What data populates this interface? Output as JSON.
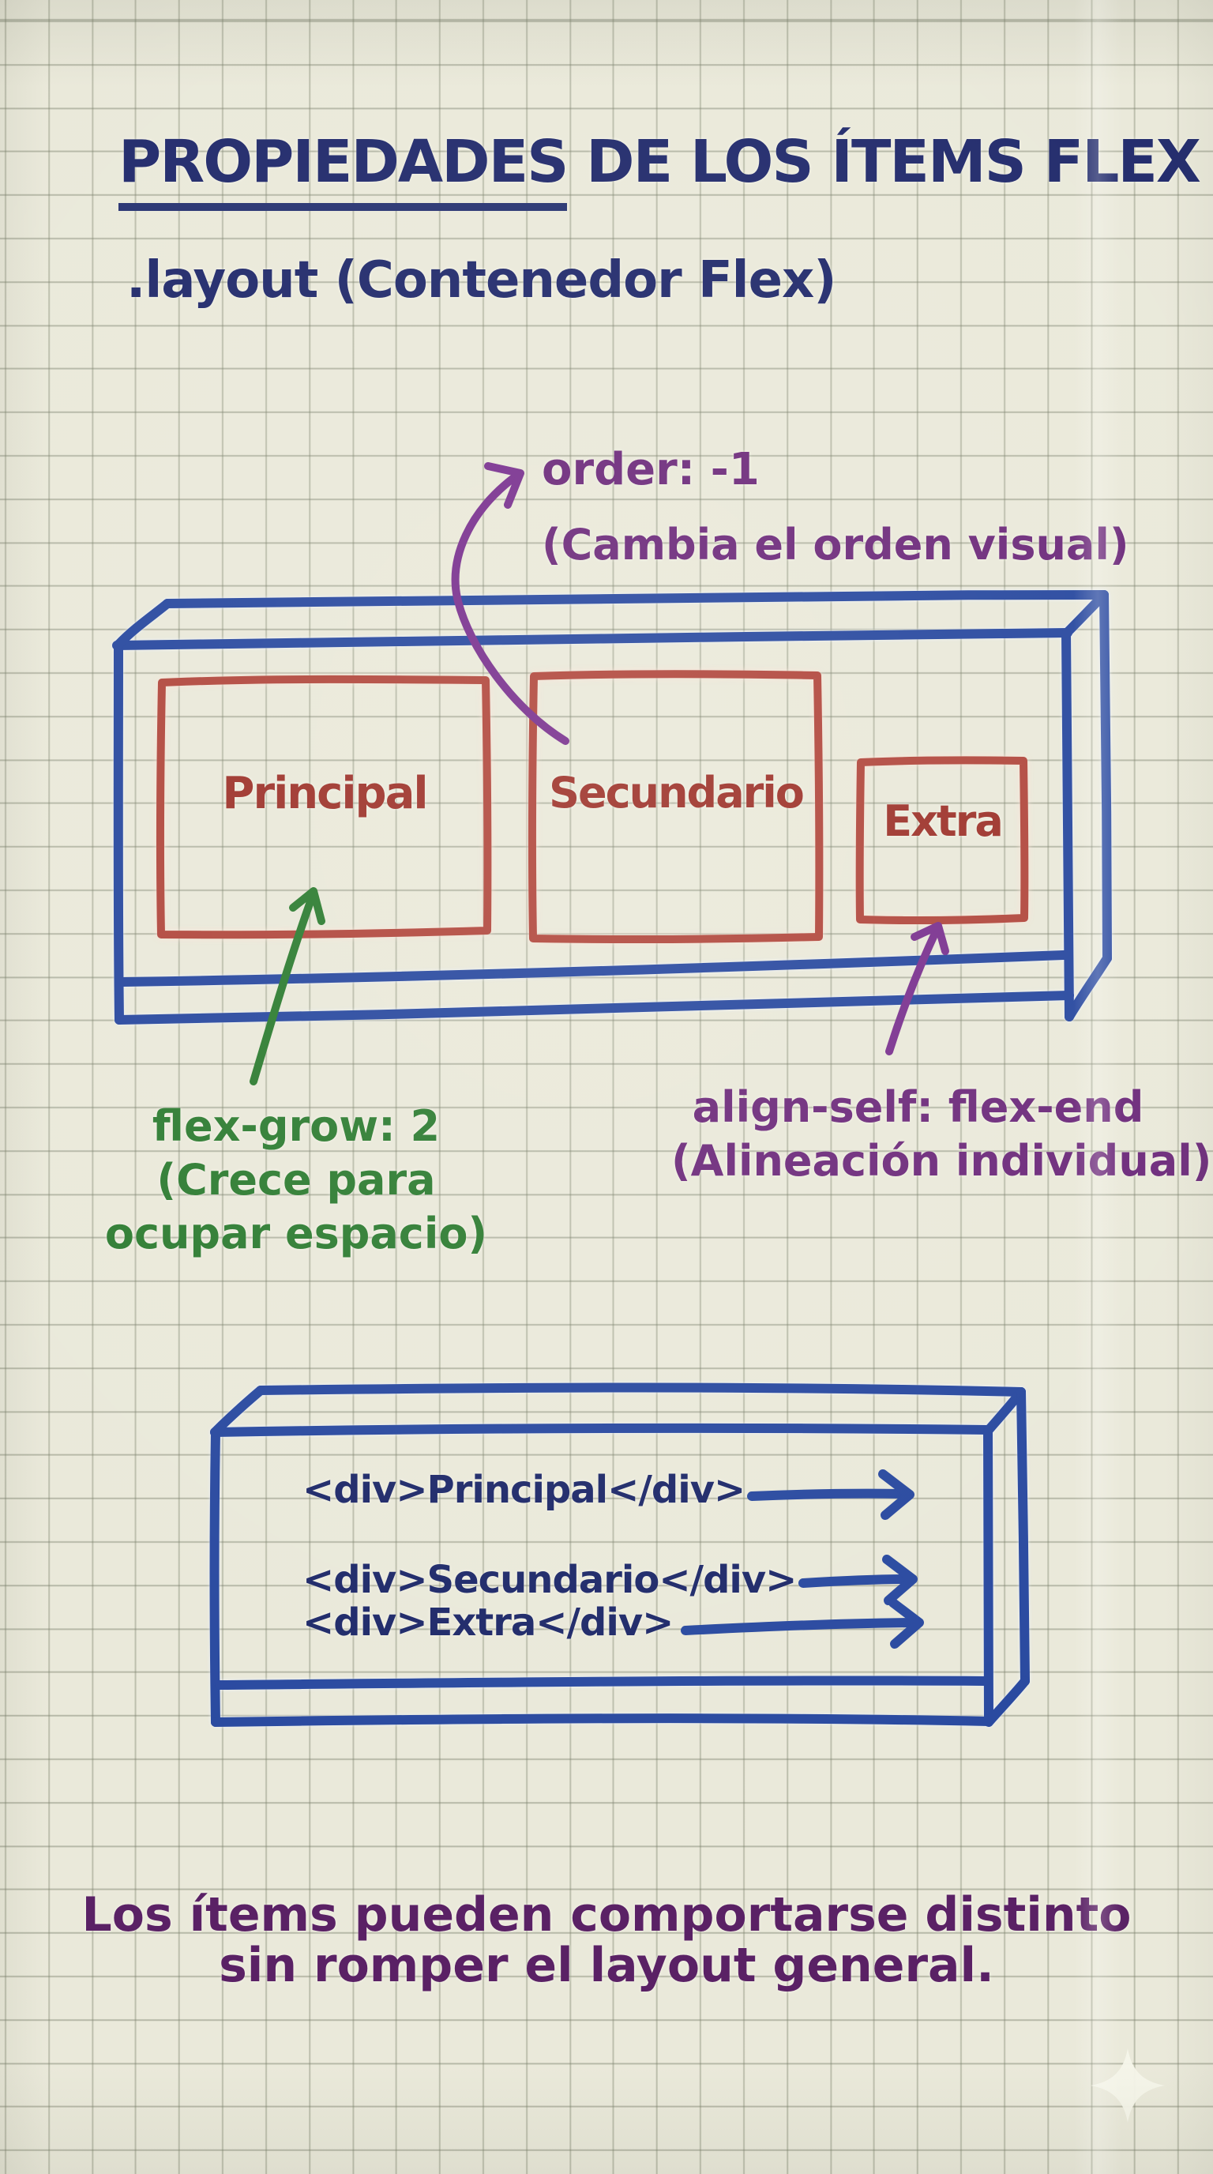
{
  "header": {
    "title_underlined": "PROPIEDADES",
    "title_rest": " DE LOS ÍTEMS FLEX",
    "subtitle": ".layout (Contenedor Flex)"
  },
  "flex_container": {
    "items": [
      {
        "label": "Principal"
      },
      {
        "label": "Secundario"
      },
      {
        "label": "Extra"
      }
    ]
  },
  "annotations": {
    "order": {
      "property": "order: -1",
      "note": "(Cambia el orden visual)"
    },
    "flex_grow": {
      "property": "flex-grow: 2",
      "note_line1": "(Crece para",
      "note_line2": "ocupar espacio)"
    },
    "align_self": {
      "property": "align-self: flex-end",
      "note": "(Alineación individual)"
    }
  },
  "code_box": {
    "lines": [
      {
        "code": "<div>Principal</div>"
      },
      {
        "code": "<div>Secundario</div>"
      },
      {
        "code": "<div>Extra</div>"
      }
    ]
  },
  "footer": {
    "line1": "Los ítems pueden comportarse distinto",
    "line2": "sin romper el layout general."
  },
  "icons": {
    "sparkle": "four-pointed-star"
  },
  "colors": {
    "paper": "#eae9da",
    "grid_line": "#a7aa9a",
    "ink_navy": "#222b6c",
    "marker_blue": "#2a4aa0",
    "marker_red": "#b2493f",
    "ink_red": "#9e342c",
    "ink_purple": "#6e2c7c",
    "ink_purple_dark": "#5a2165",
    "ink_green": "#2f7d33"
  }
}
